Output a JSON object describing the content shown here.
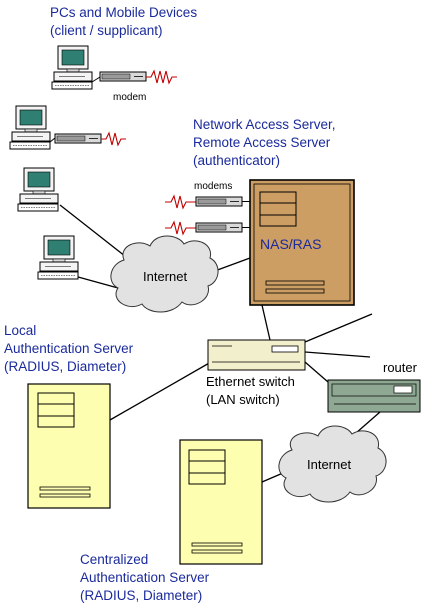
{
  "clients": {
    "title_line1": "PCs and Mobile Devices",
    "title_line2": "(client  / supplicant)",
    "modem_label": "modem"
  },
  "nas": {
    "title_line1": "Network Access Server,",
    "title_line2": "Remote Access Server",
    "title_line3": "(authenticator)",
    "modems_label": "modems",
    "box_label": "NAS/RAS"
  },
  "internet_top": {
    "label": "Internet"
  },
  "internet_bottom": {
    "label": "Internet"
  },
  "local_auth": {
    "line1": "Local",
    "line2": "Authentication Server",
    "line3": "(RADIUS, Diameter)"
  },
  "switch": {
    "line1": "Ethernet switch",
    "line2": "(LAN switch)"
  },
  "router": {
    "label": "router"
  },
  "central_auth": {
    "line1": "Centralized",
    "line2": "Authentication Server",
    "line3": "(RADIUS, Diameter)"
  },
  "colors": {
    "label_text": "#1a2a9c",
    "nas_fill": "#cc9e63",
    "server_fill": "#fefeb0",
    "cloud_fill": "#e2e2e2",
    "switch_fill": "#f2efcc",
    "router_fill": "#8fa893"
  }
}
